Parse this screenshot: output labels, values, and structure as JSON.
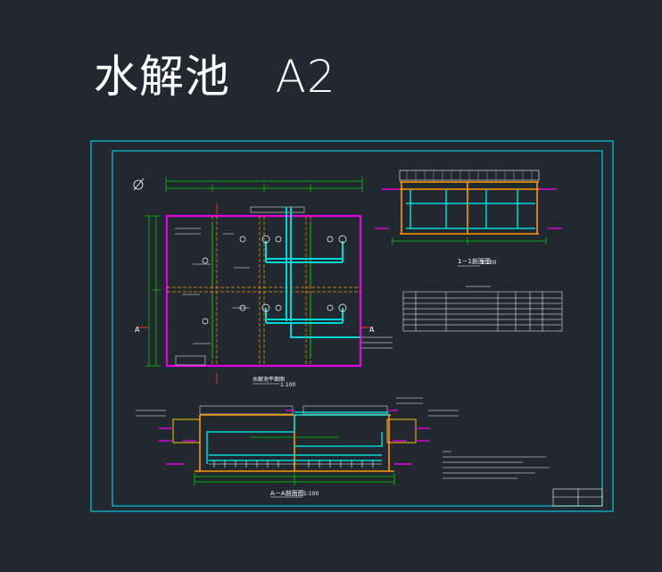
{
  "title": "水解池   A2",
  "colors": {
    "background": "#212830",
    "frame": "#00e5ff",
    "wall": "#e600e6",
    "pipe": "#00d8d8",
    "dimension": "#00cc00",
    "text": "#ffffff",
    "hatch": "#ffbf00",
    "red_line": "#ff3030"
  },
  "views": {
    "plan_label": "水解池平面图",
    "plan_scale": "1:100",
    "section_11_label": "1－1剖面图",
    "section_11_scale": "1:100",
    "section_aa_label": "A－A剖面图",
    "section_aa_scale": "1:100"
  },
  "marks": {
    "section_a_left": "A",
    "section_a_right": "A"
  }
}
